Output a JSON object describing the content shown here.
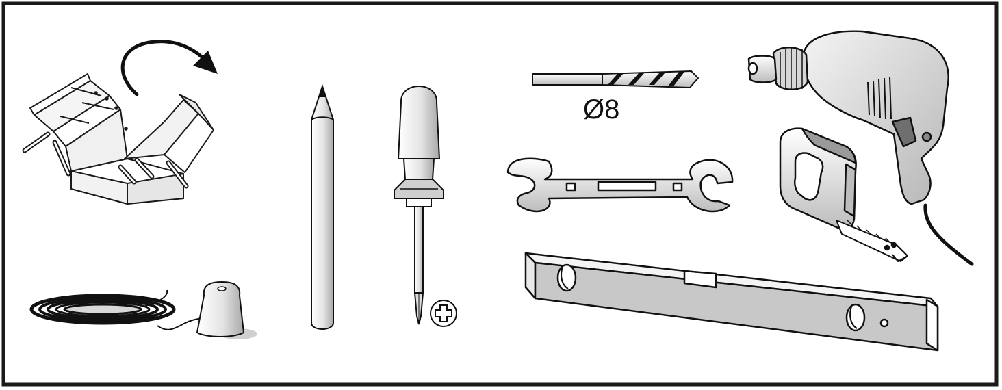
{
  "drill_bit": {
    "size_label": "Ø8"
  },
  "tools": [
    {
      "name": "cantilever-toolbox",
      "icon": "toolbox-icon"
    },
    {
      "name": "plumb-bob",
      "icon": "plumb-bob-icon"
    },
    {
      "name": "pencil",
      "icon": "pencil-icon"
    },
    {
      "name": "phillips-screwdriver",
      "icon": "screwdriver-icon"
    },
    {
      "name": "masonry-drill-bit",
      "icon": "drill-bit-icon"
    },
    {
      "name": "open-end-wrench",
      "icon": "wrench-icon"
    },
    {
      "name": "spirit-level",
      "icon": "spirit-level-icon"
    },
    {
      "name": "tape-measure",
      "icon": "tape-measure-icon"
    },
    {
      "name": "electric-drill",
      "icon": "electric-drill-icon"
    }
  ],
  "colors": {
    "frame": "#1a1a1a",
    "tool_fill": "#dcdcdc",
    "tool_dark": "#9a9a9a",
    "stroke": "#1a1a1a"
  }
}
